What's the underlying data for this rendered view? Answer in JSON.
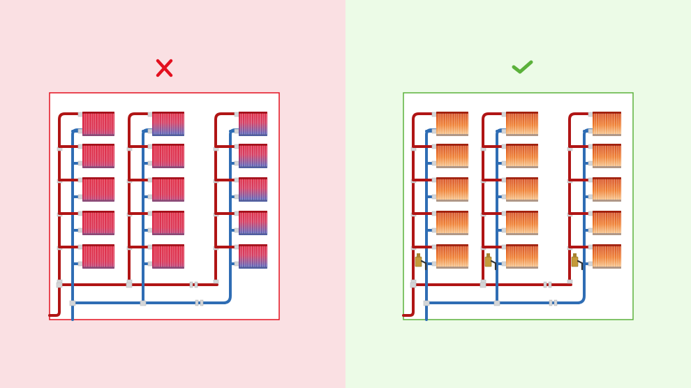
{
  "colors": {
    "bad_bg": "#fae0e3",
    "good_bg": "#ecfbe7",
    "bad_accent": "#e3101f",
    "good_accent": "#5bb13b",
    "hot_pipe": "#b01515",
    "cold_pipe": "#2f6db4",
    "fitting": "#d4d6d8",
    "panel_bg": "#ffffff"
  },
  "icons": {
    "bad": "cross-mark-icon",
    "good": "check-mark-icon"
  },
  "panels": [
    {
      "id": "unbalanced",
      "verdict": "bad",
      "balancing_valves": false,
      "radiator_style": "hot-top-cold-bottom",
      "columns": 3,
      "radiators_per_column": 5
    },
    {
      "id": "balanced",
      "verdict": "good",
      "balancing_valves": true,
      "radiator_style": "uniform-warm",
      "columns": 3,
      "radiators_per_column": 5
    }
  ]
}
